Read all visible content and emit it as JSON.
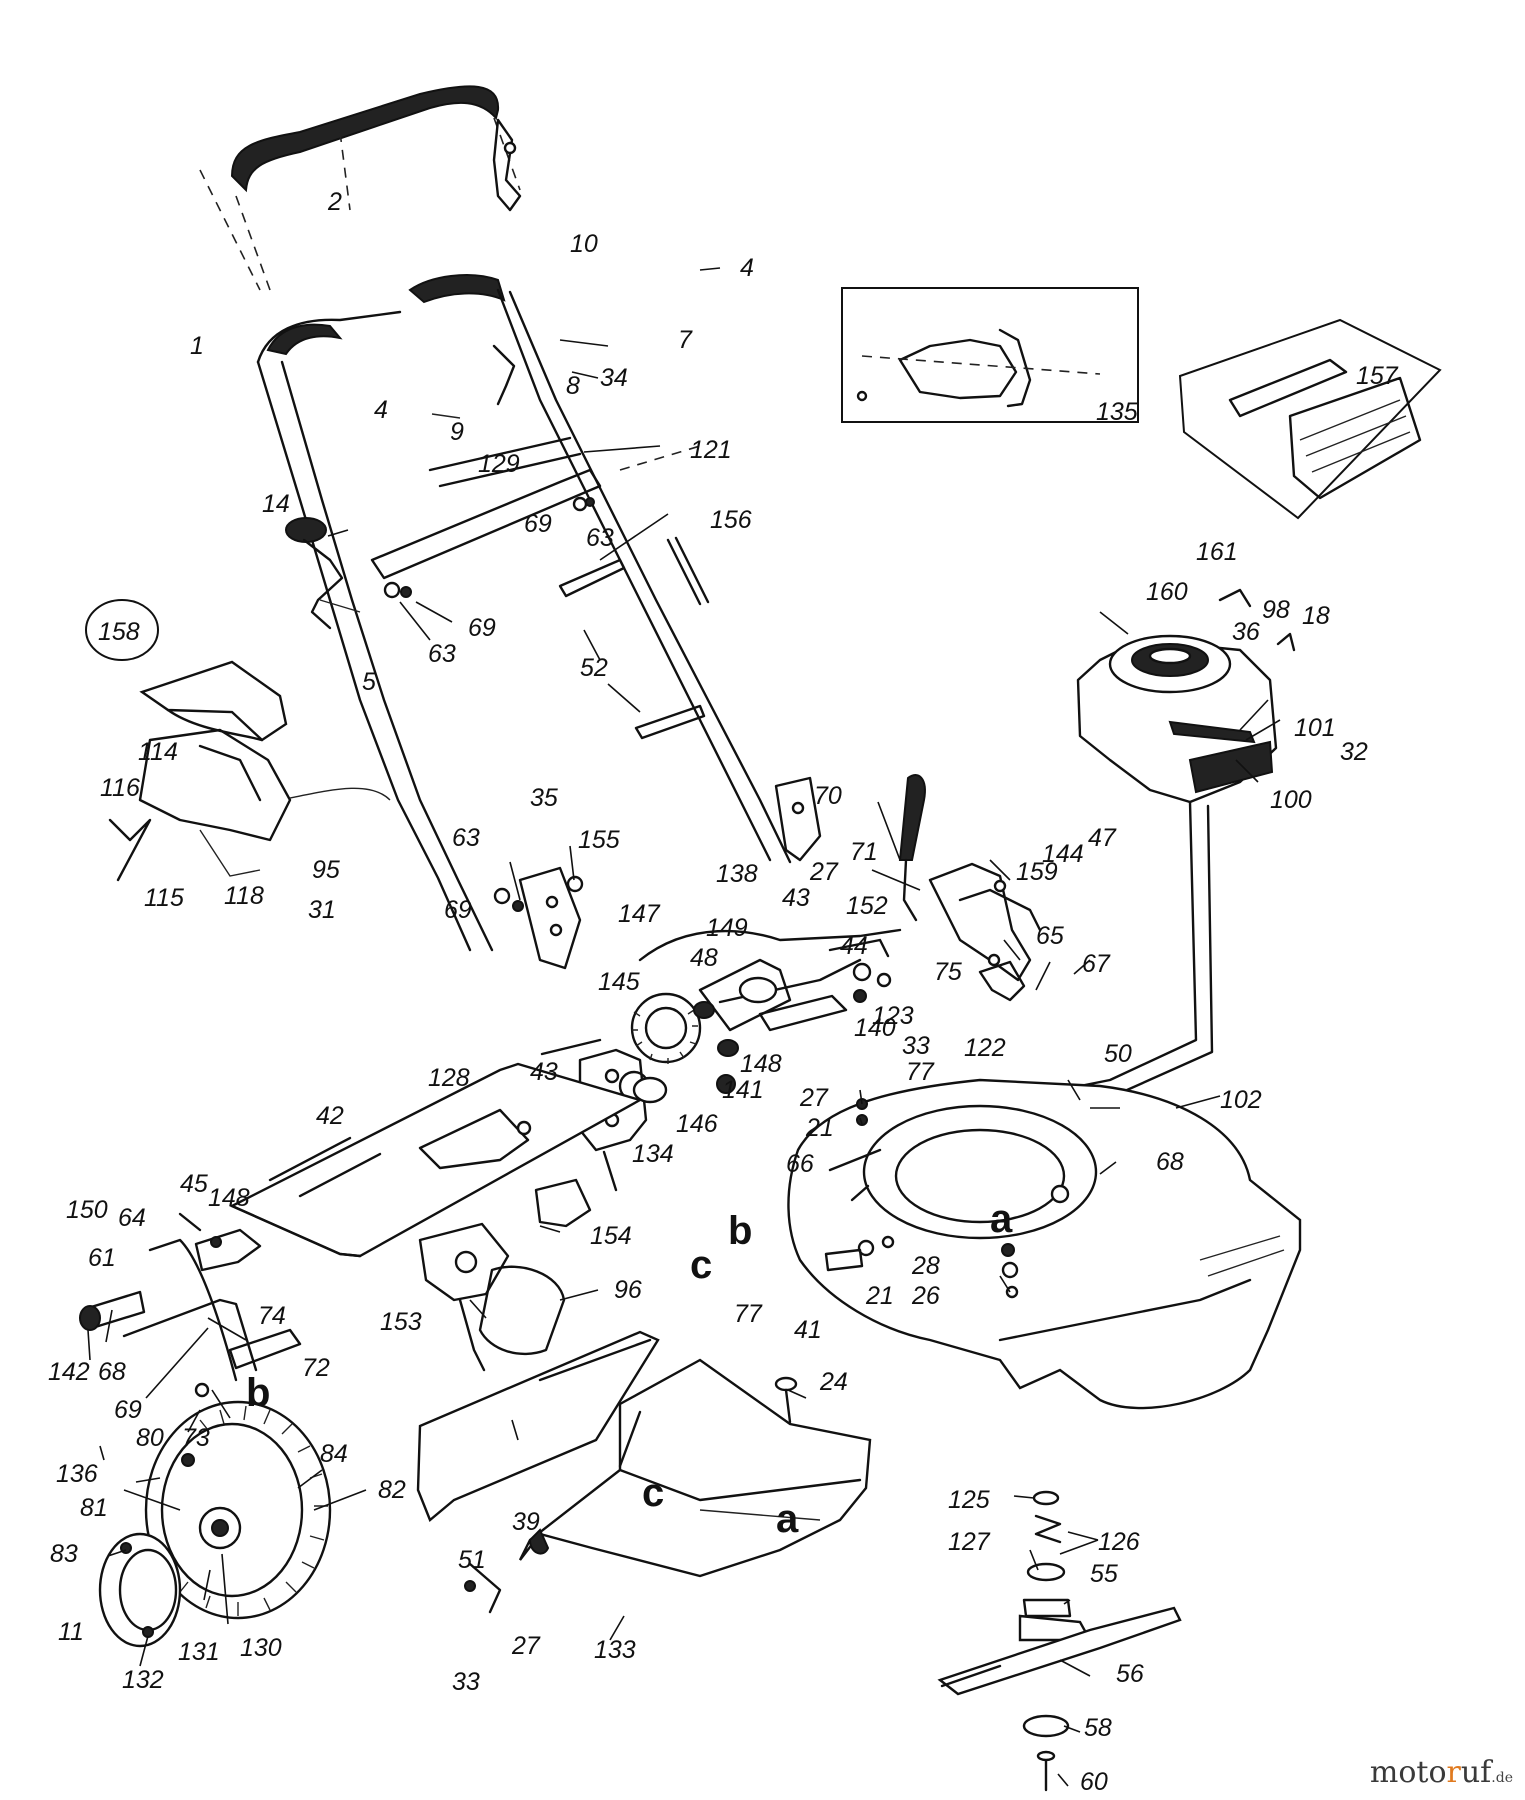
{
  "diagram": {
    "labels": [
      {
        "id": "l2",
        "text": "2"
      },
      {
        "id": "l1",
        "text": "1"
      },
      {
        "id": "l4a",
        "text": "4"
      },
      {
        "id": "l10",
        "text": "10"
      },
      {
        "id": "l4b",
        "text": "4"
      },
      {
        "id": "l7",
        "text": "7"
      },
      {
        "id": "l8",
        "text": "8"
      },
      {
        "id": "l34",
        "text": "34"
      },
      {
        "id": "l9",
        "text": "9"
      },
      {
        "id": "l129",
        "text": "129"
      },
      {
        "id": "l121",
        "text": "121"
      },
      {
        "id": "l14",
        "text": "14"
      },
      {
        "id": "l69a",
        "text": "69"
      },
      {
        "id": "l63a",
        "text": "63"
      },
      {
        "id": "l156",
        "text": "156"
      },
      {
        "id": "l158",
        "text": "158"
      },
      {
        "id": "l63b",
        "text": "63"
      },
      {
        "id": "l69b",
        "text": "69"
      },
      {
        "id": "l5",
        "text": "5"
      },
      {
        "id": "l52",
        "text": "52"
      },
      {
        "id": "l114",
        "text": "114"
      },
      {
        "id": "l116",
        "text": "116"
      },
      {
        "id": "l95",
        "text": "95"
      },
      {
        "id": "l115",
        "text": "115"
      },
      {
        "id": "l118",
        "text": "118"
      },
      {
        "id": "l31",
        "text": "31"
      },
      {
        "id": "l35",
        "text": "35"
      },
      {
        "id": "l63c",
        "text": "63"
      },
      {
        "id": "l155",
        "text": "155"
      },
      {
        "id": "l69c",
        "text": "69"
      },
      {
        "id": "l135",
        "text": "135"
      },
      {
        "id": "l157",
        "text": "157"
      },
      {
        "id": "l161",
        "text": "161"
      },
      {
        "id": "l160",
        "text": "160"
      },
      {
        "id": "l98",
        "text": "98"
      },
      {
        "id": "l18",
        "text": "18"
      },
      {
        "id": "l36",
        "text": "36"
      },
      {
        "id": "l101",
        "text": "101"
      },
      {
        "id": "l32",
        "text": "32"
      },
      {
        "id": "l100",
        "text": "100"
      },
      {
        "id": "l70",
        "text": "70"
      },
      {
        "id": "l138",
        "text": "138"
      },
      {
        "id": "l27a",
        "text": "27"
      },
      {
        "id": "l71",
        "text": "71"
      },
      {
        "id": "l144",
        "text": "144"
      },
      {
        "id": "l47",
        "text": "47"
      },
      {
        "id": "l159",
        "text": "159"
      },
      {
        "id": "l43a",
        "text": "43"
      },
      {
        "id": "l152",
        "text": "152"
      },
      {
        "id": "l147",
        "text": "147"
      },
      {
        "id": "l149",
        "text": "149"
      },
      {
        "id": "l44",
        "text": "44"
      },
      {
        "id": "l65",
        "text": "65"
      },
      {
        "id": "l75",
        "text": "75"
      },
      {
        "id": "l48",
        "text": "48"
      },
      {
        "id": "l145",
        "text": "145"
      },
      {
        "id": "l67",
        "text": "67"
      },
      {
        "id": "l123",
        "text": "123"
      },
      {
        "id": "l140",
        "text": "140"
      },
      {
        "id": "l122",
        "text": "122"
      },
      {
        "id": "l148a",
        "text": "148"
      },
      {
        "id": "l141",
        "text": "141"
      },
      {
        "id": "l33a",
        "text": "33"
      },
      {
        "id": "l50",
        "text": "50"
      },
      {
        "id": "l77a",
        "text": "77"
      },
      {
        "id": "l128",
        "text": "128"
      },
      {
        "id": "l43b",
        "text": "43"
      },
      {
        "id": "l102",
        "text": "102"
      },
      {
        "id": "l27b",
        "text": "27"
      },
      {
        "id": "l42",
        "text": "42"
      },
      {
        "id": "l21a",
        "text": "21"
      },
      {
        "id": "l146",
        "text": "146"
      },
      {
        "id": "l134",
        "text": "134"
      },
      {
        "id": "l68a",
        "text": "68"
      },
      {
        "id": "l66",
        "text": "66"
      },
      {
        "id": "l45",
        "text": "45"
      },
      {
        "id": "l148b",
        "text": "148"
      },
      {
        "id": "l150",
        "text": "150"
      },
      {
        "id": "l64",
        "text": "64"
      },
      {
        "id": "l154",
        "text": "154"
      },
      {
        "id": "l61",
        "text": "61"
      },
      {
        "id": "l28",
        "text": "28"
      },
      {
        "id": "l21b",
        "text": "21"
      },
      {
        "id": "l26",
        "text": "26"
      },
      {
        "id": "l153",
        "text": "153"
      },
      {
        "id": "l96",
        "text": "96"
      },
      {
        "id": "l77b",
        "text": "77"
      },
      {
        "id": "l41",
        "text": "41"
      },
      {
        "id": "l74",
        "text": "74"
      },
      {
        "id": "l142",
        "text": "142"
      },
      {
        "id": "l68b",
        "text": "68"
      },
      {
        "id": "l72",
        "text": "72"
      },
      {
        "id": "l69d",
        "text": "69"
      },
      {
        "id": "l24",
        "text": "24"
      },
      {
        "id": "l80",
        "text": "80"
      },
      {
        "id": "l73",
        "text": "73"
      },
      {
        "id": "l84",
        "text": "84"
      },
      {
        "id": "l136",
        "text": "136"
      },
      {
        "id": "l82",
        "text": "82"
      },
      {
        "id": "l81",
        "text": "81"
      },
      {
        "id": "l39",
        "text": "39"
      },
      {
        "id": "l125",
        "text": "125"
      },
      {
        "id": "l127",
        "text": "127"
      },
      {
        "id": "l126",
        "text": "126"
      },
      {
        "id": "l83",
        "text": "83"
      },
      {
        "id": "l51",
        "text": "51"
      },
      {
        "id": "l55",
        "text": "55"
      },
      {
        "id": "l11",
        "text": "11"
      },
      {
        "id": "l131",
        "text": "131"
      },
      {
        "id": "l130",
        "text": "130"
      },
      {
        "id": "l27c",
        "text": "27"
      },
      {
        "id": "l133",
        "text": "133"
      },
      {
        "id": "l56",
        "text": "56"
      },
      {
        "id": "l132",
        "text": "132"
      },
      {
        "id": "l33b",
        "text": "33"
      },
      {
        "id": "l58",
        "text": "58"
      },
      {
        "id": "l60",
        "text": "60"
      }
    ],
    "letters": [
      {
        "id": "la1",
        "text": "a"
      },
      {
        "id": "lb1",
        "text": "b"
      },
      {
        "id": "lc1",
        "text": "c"
      },
      {
        "id": "lb2",
        "text": "b"
      },
      {
        "id": "lc2",
        "text": "c"
      },
      {
        "id": "la2",
        "text": "a"
      }
    ]
  },
  "brand": {
    "name_start": "moto",
    "name_r": "r",
    "name_end": "uf",
    "tld": ".de"
  }
}
